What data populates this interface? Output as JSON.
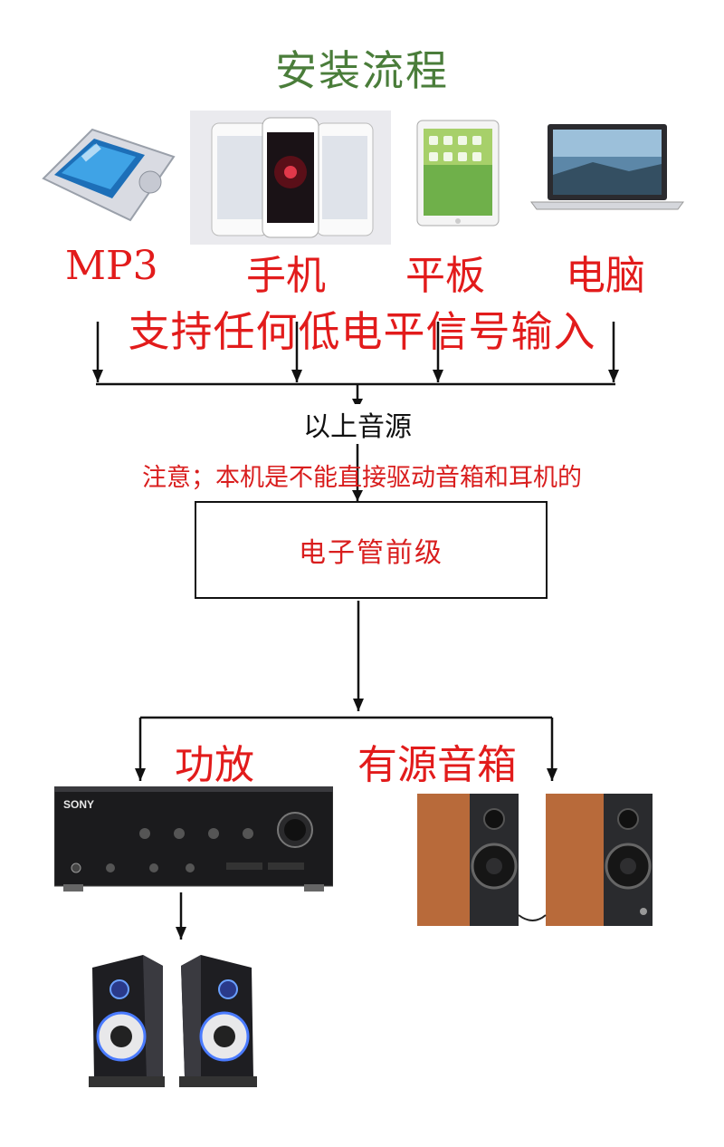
{
  "title": "安装流程",
  "sources": [
    {
      "label": "MP3",
      "icon": "mp3-player-icon"
    },
    {
      "label": "手机",
      "icon": "smartphones-icon"
    },
    {
      "label": "平板",
      "icon": "tablet-icon"
    },
    {
      "label": "电脑",
      "icon": "laptop-icon"
    }
  ],
  "support_text": "支持任何低电平信号输入",
  "above_sources": "以上音源",
  "note": "注意；本机是不能直接驱动音箱和耳机的",
  "preamp_box": "电子管前级",
  "outputs": [
    {
      "label": "功放",
      "icon": "amplifier-icon"
    },
    {
      "label": "有源音箱",
      "icon": "wooden-speakers-icon"
    }
  ],
  "final_device": {
    "icon": "black-speakers-icon"
  },
  "brand_on_amp": "SONY",
  "colors": {
    "title": "#4a7d3a",
    "label_red": "#e21b1b",
    "line": "#111111"
  }
}
